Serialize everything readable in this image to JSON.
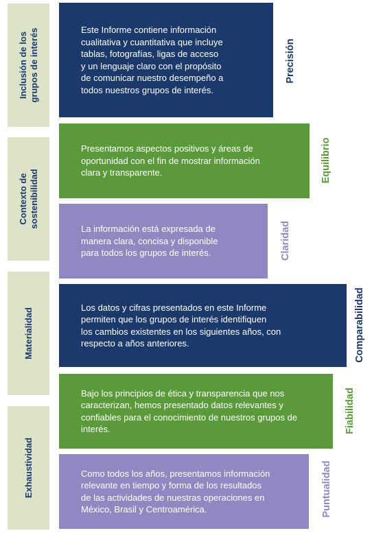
{
  "categories": [
    {
      "label": "Inclusión de los\ngrupos de interés"
    },
    {
      "label": "Contexto de\nsostenibilidad"
    },
    {
      "label": "Materialidad"
    },
    {
      "label": "Exhaustividad"
    }
  ],
  "principles": [
    {
      "name": "Precisión",
      "color": "#1b3a6b",
      "text": "Este Informe contiene información\ncualitativa y cuantitativa que incluye\ntablas, fotografías, ligas de acceso\ny un lenguaje claro con el propósito\nde comunicar nuestro desempeño a\ntodos nuestros grupos de interés."
    },
    {
      "name": "Equilibrio",
      "color": "#5a9a3a",
      "text": "Presentamos aspectos positivos y áreas de\noportunidad con el fin de mostrar información\nclara y transparente."
    },
    {
      "name": "Claridad",
      "color": "#9188c1",
      "text": "La información está expresada de\nmanera clara, concisa y disponible\npara todos los grupos de interés."
    },
    {
      "name": "Comparabilidad",
      "color": "#1b3a6b",
      "text": "Los datos y cifras presentados en este Informe\npermiten que los grupos de interés identifiquen\nlos cambios existentes en los siguientes años, con\nrespecto a años anteriores."
    },
    {
      "name": "Fiabilidad",
      "color": "#5a9a3a",
      "text": "Bajo los principios de ética y transparencia que nos\ncaracterizan, hemos presentado datos relevantes y\nconfiables para el conocimiento de nuestros grupos de\ninterés."
    },
    {
      "name": "Puntualidad",
      "color": "#9188c1",
      "text": "Como todos los años, presentamos información\nrelevante en tiempo y forma de los resultados\nde las actividades de nuestras operaciones en\nMéxico, Brasil y Centroamérica."
    }
  ]
}
